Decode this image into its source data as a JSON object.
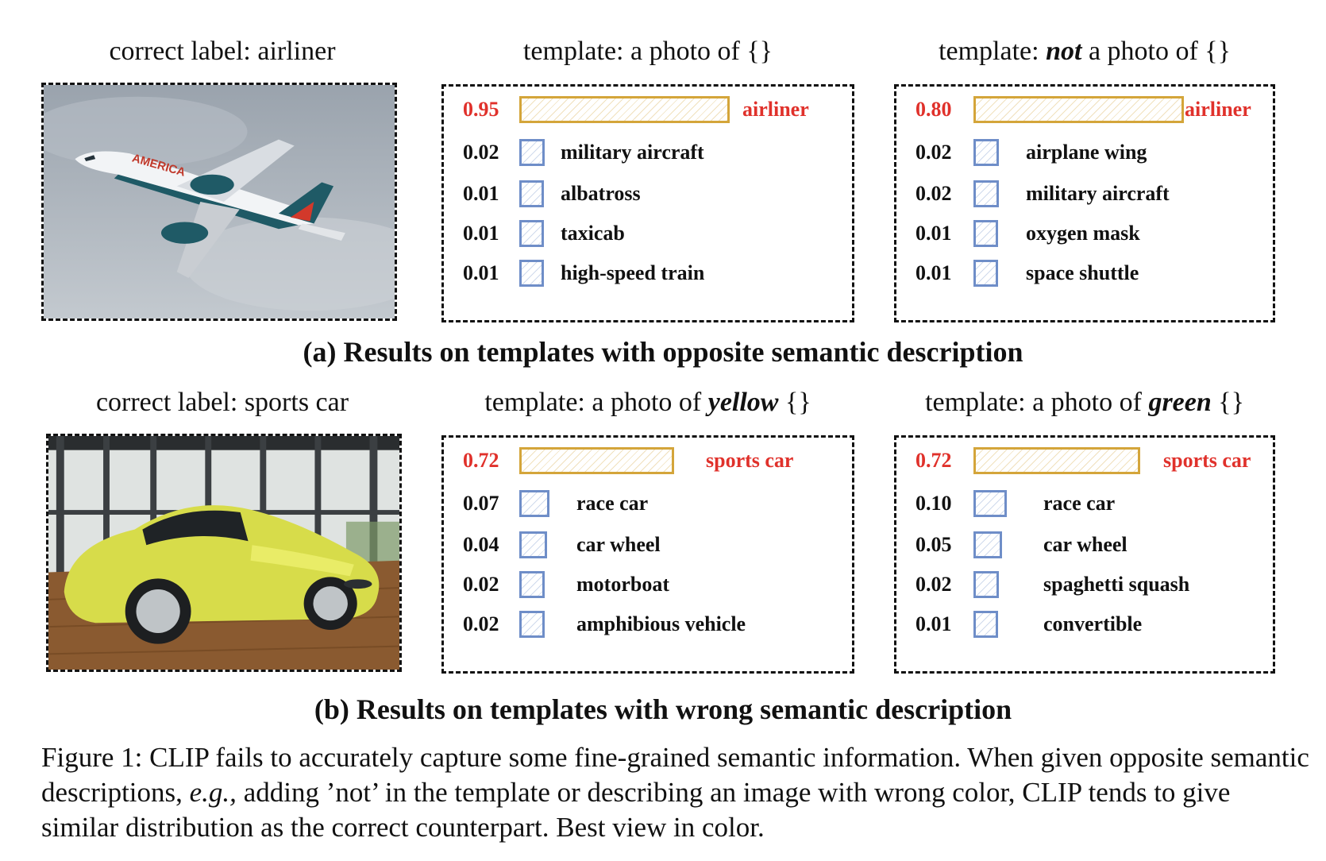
{
  "section_a": {
    "photo_title": "correct label: airliner",
    "panel_left": {
      "title_pre": "template: a photo of {}",
      "items": [
        {
          "prob": "0.95",
          "label": "airliner",
          "value": 0.95
        },
        {
          "prob": "0.02",
          "label": "military aircraft",
          "value": 0.02
        },
        {
          "prob": "0.01",
          "label": "albatross",
          "value": 0.01
        },
        {
          "prob": "0.01",
          "label": "taxicab",
          "value": 0.01
        },
        {
          "prob": "0.01",
          "label": "high-speed train",
          "value": 0.01
        }
      ]
    },
    "panel_right": {
      "title_pre": "template: ",
      "title_em": "not",
      "title_post": " a photo of {}",
      "items": [
        {
          "prob": "0.80",
          "label": "airliner",
          "value": 0.8
        },
        {
          "prob": "0.02",
          "label": "airplane wing",
          "value": 0.02
        },
        {
          "prob": "0.02",
          "label": "military aircraft",
          "value": 0.02
        },
        {
          "prob": "0.01",
          "label": "oxygen mask",
          "value": 0.01
        },
        {
          "prob": "0.01",
          "label": "space shuttle",
          "value": 0.01
        }
      ]
    },
    "subcaption": "(a) Results on templates with opposite semantic description"
  },
  "section_b": {
    "photo_title": "correct label: sports car",
    "panel_left": {
      "title_pre": "template: a photo of ",
      "title_em": "yellow",
      "title_post": " {}",
      "items": [
        {
          "prob": "0.72",
          "label": "sports car",
          "value": 0.72
        },
        {
          "prob": "0.07",
          "label": "race car",
          "value": 0.07
        },
        {
          "prob": "0.04",
          "label": "car wheel",
          "value": 0.04
        },
        {
          "prob": "0.02",
          "label": "motorboat",
          "value": 0.02
        },
        {
          "prob": "0.02",
          "label": "amphibious vehicle",
          "value": 0.02
        }
      ]
    },
    "panel_right": {
      "title_pre": "template: a photo of ",
      "title_em": "green",
      "title_post": " {}",
      "items": [
        {
          "prob": "0.72",
          "label": "sports car",
          "value": 0.72
        },
        {
          "prob": "0.10",
          "label": "race car",
          "value": 0.1
        },
        {
          "prob": "0.05",
          "label": "car wheel",
          "value": 0.05
        },
        {
          "prob": "0.02",
          "label": "spaghetti squash",
          "value": 0.02
        },
        {
          "prob": "0.01",
          "label": "convertible",
          "value": 0.01
        }
      ]
    },
    "subcaption": "(b) Results on templates with wrong semantic description"
  },
  "caption": {
    "part1": "Figure 1: CLIP fails to accurately capture some fine-grained semantic information. When given opposite semantic descriptions, ",
    "eg": "e.g.,",
    "part2": " adding ’not’ in the template or describing an image with wrong color, CLIP tends to give similar distribution as the correct counterpart. Best view in color."
  },
  "colors": {
    "top_bar": "#d4a53a",
    "other_bar": "#6f8ec8",
    "highlight_text": "#e0312b"
  }
}
